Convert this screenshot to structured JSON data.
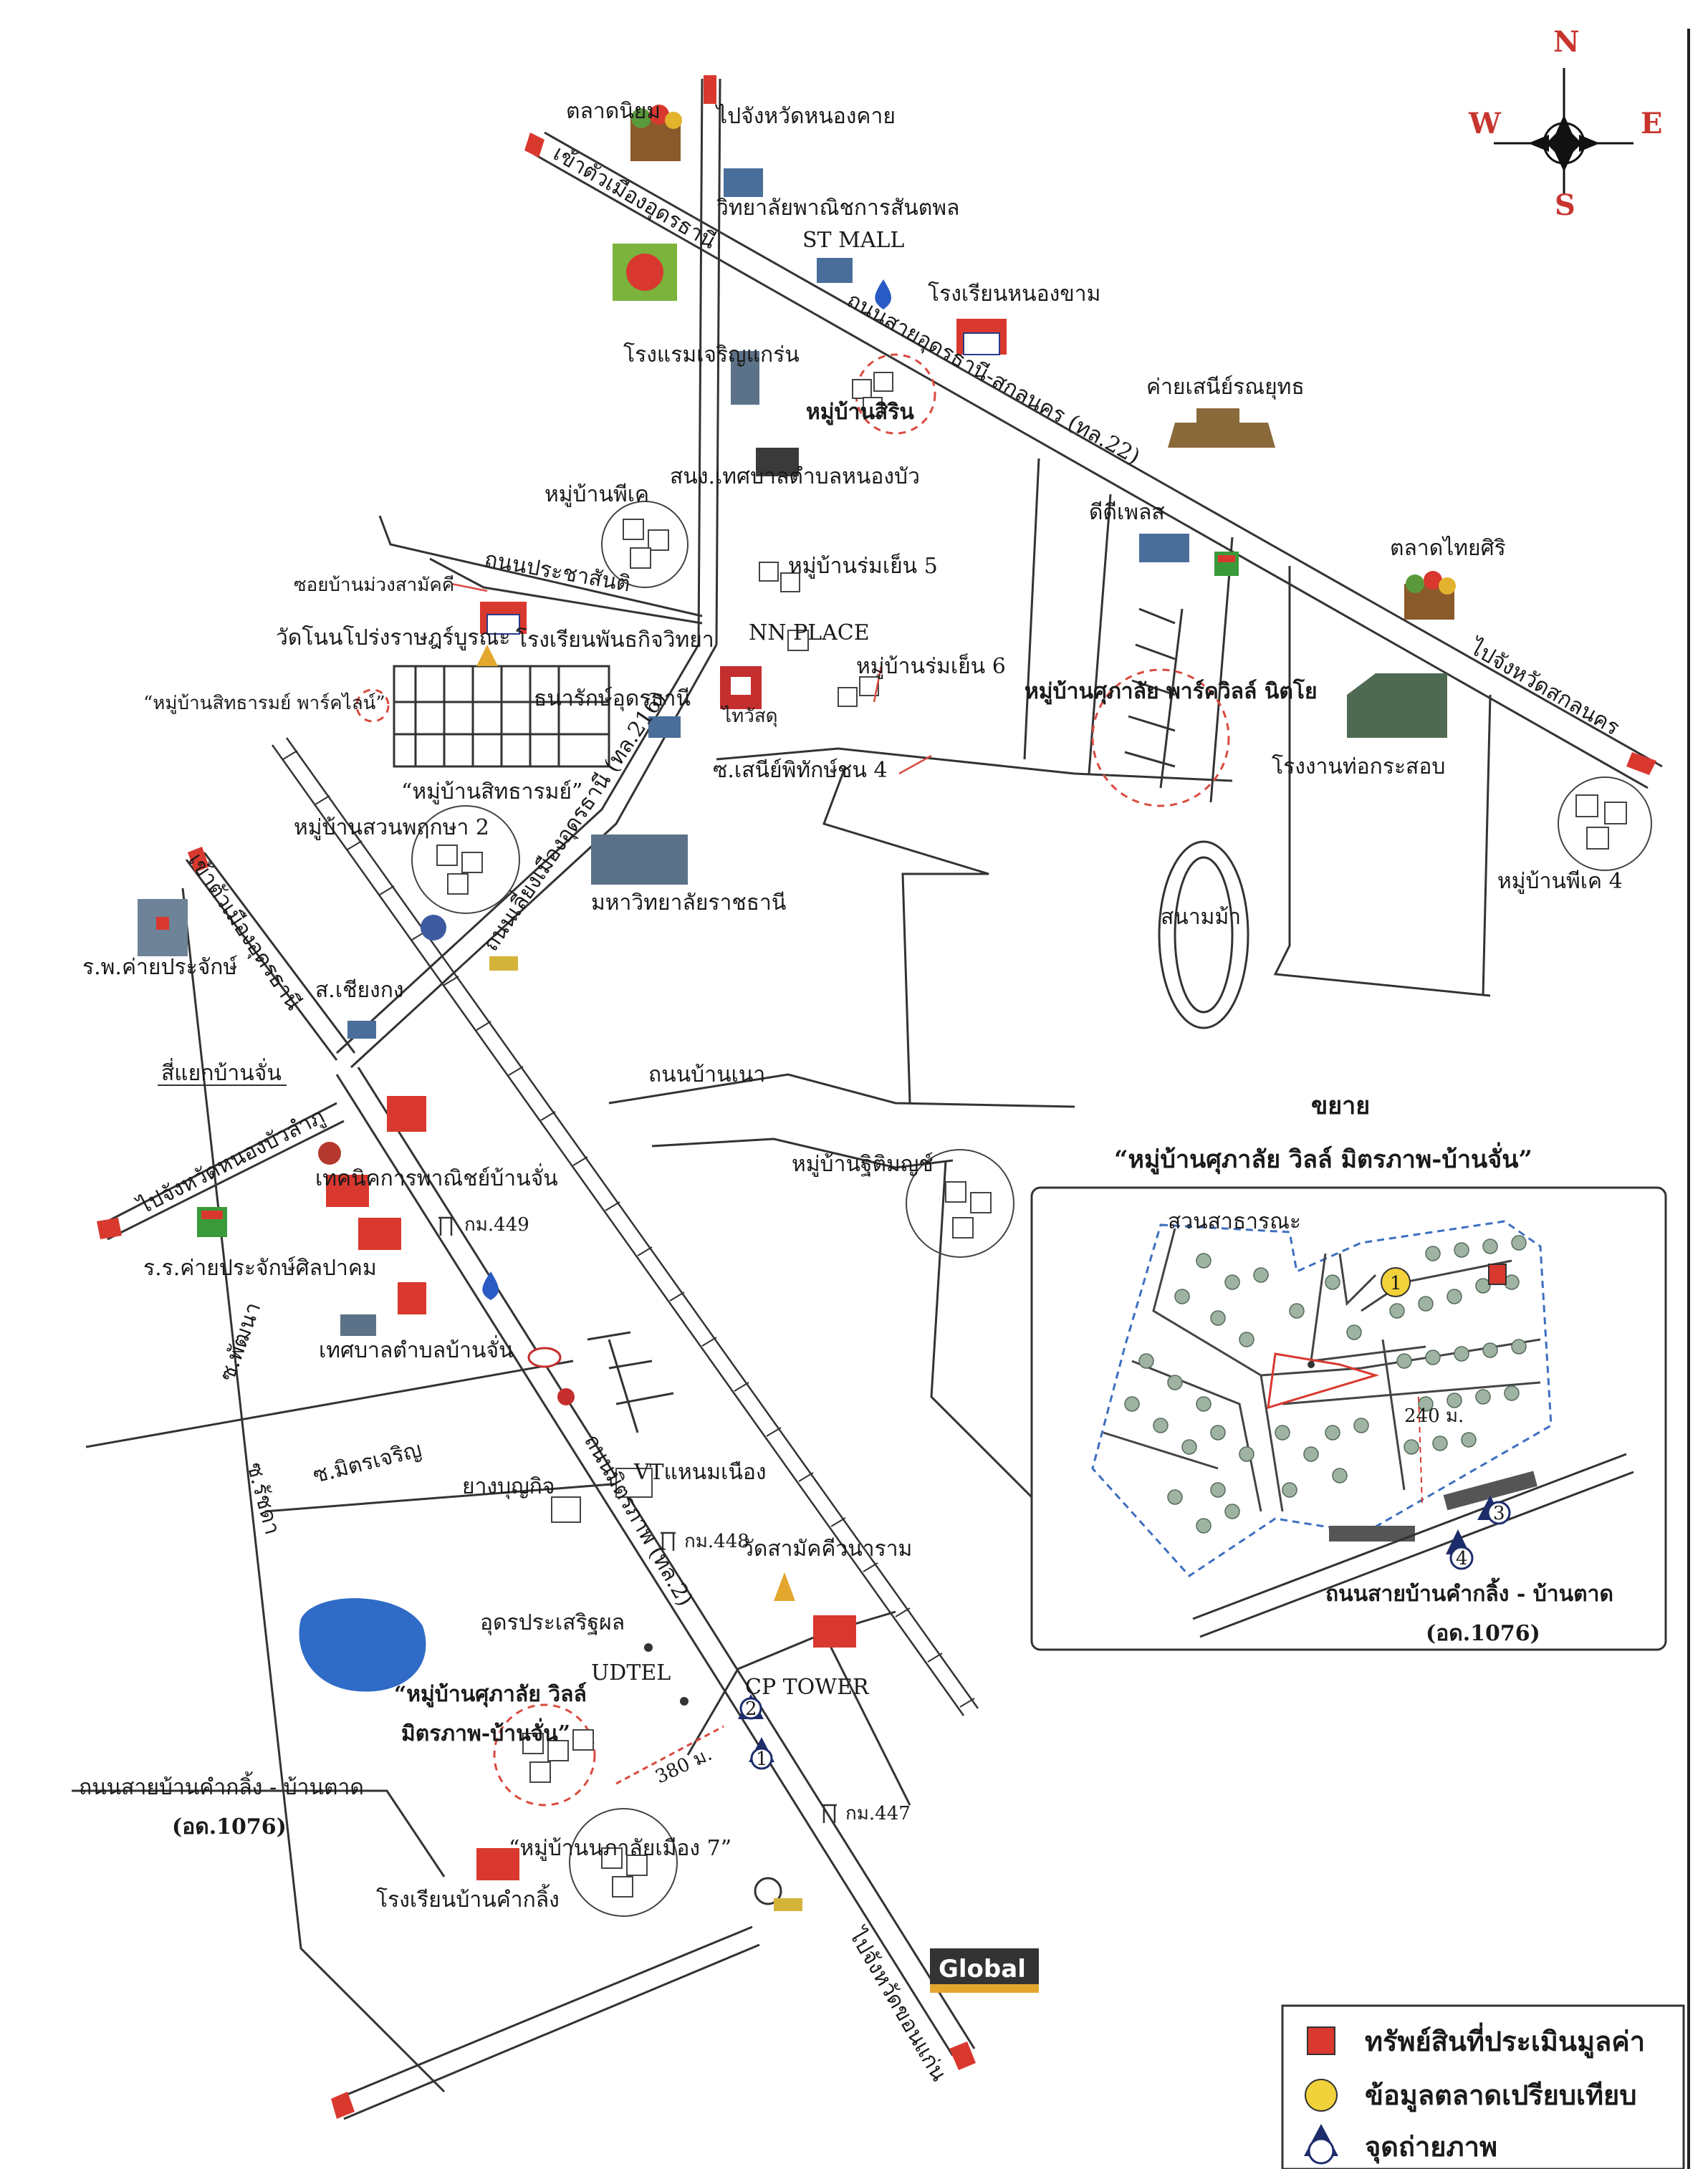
{
  "compass": {
    "n": "N",
    "s": "S",
    "e": "E",
    "w": "W"
  },
  "labels": {
    "talad_niyom": "ตลาดนิยม",
    "to_nongkhai": "ไปจังหวัดหนองคาย",
    "into_udon": "เข้าตัวเมืองอุดรธานี",
    "commerce_college": "วิทยาลัยพาณิชการสันตพล",
    "st_mall": "ST MALL",
    "nongkham_school": "โรงเรียนหนองขาม",
    "hotel": "โรงแรมเจริญแกร่น",
    "mooban_sirin": "หมู่บ้านสิริน",
    "camp": "ค่ายเสนีย์รณยุทธ",
    "road_udon_sakon": "ถนนสายอุดรธานี-สกลนคร (ทล.22)",
    "municipal_office": "สนง.เทศบาลตำบลหนองบัว",
    "mooban_pk": "หมู่บ้านพีเค",
    "prachasan_road": "ถนนประชาสันติ",
    "soi_muang": "ซอยบ้านม่วงสามัคคี",
    "wat_nonpong": "วัดโนนโปร่งราษฎร์บูรณะ",
    "panthakit_school": "โรงเรียนพันธกิจวิทยา",
    "mooban_romyen5": "หมู่บ้านร่มเย็น 5",
    "nn_place": "NN PLACE",
    "mooban_romyen6": "หมู่บ้านร่มเย็น 6",
    "dd_place": "ดีดีเพลส",
    "talad_thaisiri": "ตลาดไทยศิริ",
    "to_sakon": "ไปจังหวัดสกลนคร",
    "mooban_sittharom_park": "“หมู่บ้านสิทธารมย์ พาร์คไลน์”",
    "thanarak": "ธนารักษ์อุดรธานี",
    "thaiwatsadu": "ไทวัสดุ",
    "mooban_supalai_park": "หมู่บ้านศุภาลัย พาร์ควิลล์ นิตโย",
    "pipe_factory": "โรงงานท่อกระสอบ",
    "soi_seni": "ซ.เสนีย์พิทักษ์ชน 4",
    "mooban_sittharom": "“หมู่บ้านสิทธารมย์”",
    "mooban_suanpruksa": "หมู่บ้านสวนพฤกษา 2",
    "road_tl216": "ถนนเลี่ยงเมืองอุดรธานี (ทล.216)",
    "rajathani_univ": "มหาวิทยาลัยราชธานี",
    "horse_track": "สนามม้า",
    "mooban_pk4": "หมู่บ้านพีเค 4",
    "into_udon2": "เข้าตัวเมืองอุดรธานี",
    "hospital": "ร.พ.ค่ายประจักษ์",
    "chiangkong": "ส.เชียงกง",
    "sriyaek": "สี่แยกบ้านจั่น",
    "ban_ne_road": "ถนนบ้านเนา",
    "vocational": "เทคนิคการพาณิชย์บ้านจั่น",
    "to_nongbualamphu": "ไปจังหวัดหนองบัวลำภู",
    "mooban_chutiman": "หมู่บ้านฐิติมญช์",
    "km449": "กม.449",
    "prajak_school": "ร.ร.ค่ายประจักษ์ศิลปาคม",
    "soi_pattana": "ซ.พัฒนา",
    "municipality_banchan": "เทศบาลตำบลบ้านจั่น",
    "soi_ratchada": "ซ.รัชดา",
    "soi_mitcharoen": "ซ.มิตรเจริญ",
    "yang_boonkit": "ยางบุญกิจ",
    "vt_naem": "VTแหนมเนือง",
    "road_tl2": "ถนนมิตรภาพ (ทล.2)",
    "km448": "กม.448",
    "wat_samakkhi": "วัดสามัคคีวนาราม",
    "udon_prasert": "อุดรประเสริฐผล",
    "udtel": "UDTEL",
    "cp_tower": "CP TOWER",
    "subject_mooban_1": "“หมู่บ้านศุภาลัย วิลล์",
    "subject_mooban_2": "มิตรภาพ-บ้านจั่น”",
    "road_bankamkling": "ถนนสายบ้านคำกลิ้ง - บ้านตาด",
    "od1076": "(อด.1076)",
    "dist_380": "380 ม.",
    "km447": "กม.447",
    "mooban_muang7": "“หมู่บ้านนภาลัยเมือง 7”",
    "kamkling_school": "โรงเรียนบ้านคำกลิ้ง",
    "to_khonkaen": "ไปจังหวัดขอนแก่น",
    "global_house": "Global"
  },
  "inset": {
    "title_1": "ขยาย",
    "title_2": "“หมู่บ้านศุภาลัย วิลล์ มิตรภาพ-บ้านจั่น”",
    "public_park": "สวนสาธารณะ",
    "dist_240": "240 ม.",
    "road": "ถนนสายบ้านคำกลิ้ง - บ้านตาด",
    "road_code": "(อด.1076)",
    "marker_1": "1",
    "marker_3": "3",
    "marker_4": "4"
  },
  "photo_points": {
    "p1": "1",
    "p2": "2"
  },
  "legend": [
    {
      "label": "ทรัพย์สินที่ประเมินมูลค่า",
      "icon": "red-square-icon",
      "color": "#d9382f"
    },
    {
      "label": "ข้อมูลตลาดเปรียบเทียบ",
      "icon": "yellow-circle-icon",
      "color": "#f2d23a"
    },
    {
      "label": "จุดถ่ายภาพ",
      "icon": "photo-point-icon",
      "color": "#1d2c6b"
    }
  ],
  "colors": {
    "accent_red": "#d9382f",
    "dashed_red": "#d94a3f",
    "lake": "#2f6bc7",
    "inset_blue": "#3d6fc0"
  }
}
